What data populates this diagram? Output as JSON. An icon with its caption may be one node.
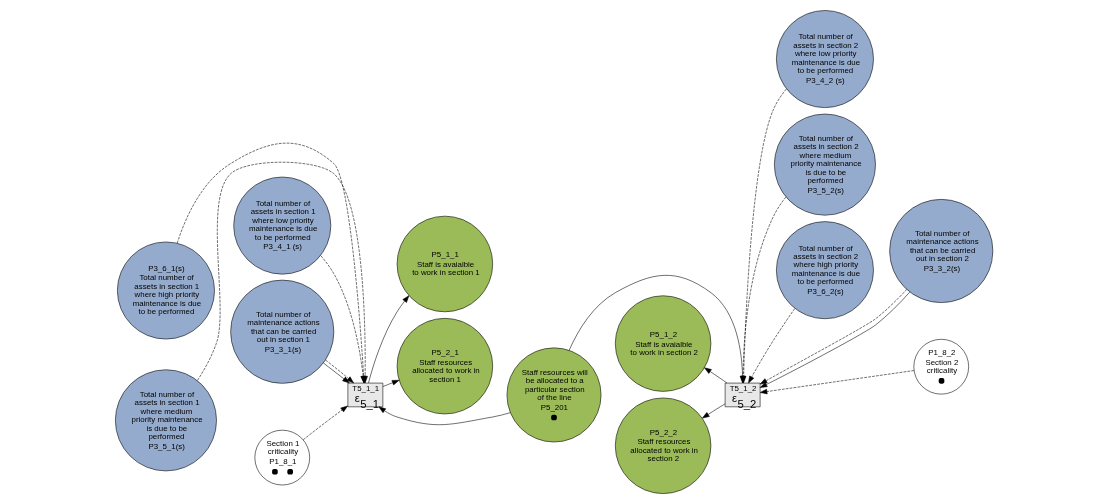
{
  "diagram": {
    "nodes": [
      {
        "text": [
          "P3_6_1(s)",
          "Total number of assets in section 1 where high priority maintenance is due to be performed"
        ]
      },
      {
        "text": [
          "Total number of assets in section 1 where medium priority maintenance is due to be performed",
          "P3_5_1(s)"
        ]
      },
      {
        "text": [
          "Total number of assets in section 1 where low priority maintenance is due to be performed",
          "P3_4_1 (s)"
        ]
      },
      {
        "text": [
          "Total number of maintenance actions that can be carried out in section 1",
          "P3_3_1(s)"
        ]
      },
      {
        "text": [
          "Section 1 criticality",
          "P1_8_1"
        ]
      },
      {
        "text": [
          "T5_1_1",
          "ε$_{5_1}$"
        ]
      },
      {
        "text": [
          "P5_1_1",
          "Staff is avaialble to work in section 1"
        ]
      },
      {
        "text": [
          "P5_2_1",
          "Staff resources allocated to work in section 1"
        ]
      },
      {
        "text": [
          "Staff resources will be allocated to a particular section of the line",
          "P5_201"
        ]
      },
      {
        "text": [
          "T5_1_2",
          "ε$_{5_2}$"
        ]
      },
      {
        "text": [
          "P5_1_2",
          "Staff is avaialble to work in section 2"
        ]
      },
      {
        "text": [
          "P5_2_2",
          "Staff resources allocated to work in section 2"
        ]
      },
      {
        "text": [
          "Total number of assets in section 2 where low priority maintenance is due to be performed",
          "P3_4_2 (s)"
        ]
      },
      {
        "text": [
          "Total number of assets in section 2 where medium priority maintenance is due to be performed",
          "P3_5_2(s)"
        ]
      },
      {
        "text": [
          "Total number of assets in section 2 where high priority maintenance is due to be performed",
          "P3_6_2(s)"
        ]
      },
      {
        "text": [
          "Total number of maintenance actions that can be carried out in section 2",
          "P3_3_2(s)"
        ]
      },
      {
        "text": [
          "P1_8_2",
          "Section 2 criticality"
        ]
      }
    ],
    "edges": [
      {
        "from": 0,
        "to": 5,
        "arrow": "to",
        "style": "dashed"
      },
      {
        "from": 1,
        "to": 5,
        "arrow": "to",
        "style": "dashed"
      },
      {
        "from": 2,
        "to": 5,
        "arrow": "to",
        "style": "dashed"
      },
      {
        "from": 3,
        "to": 5,
        "arrow": "to"
      },
      {
        "from": 3,
        "to": 5,
        "arrow": "to",
        "style": "dashed"
      },
      {
        "from": 4,
        "to": 5,
        "arrow": "to",
        "style": "dashed"
      },
      {
        "from": 5,
        "to": 6,
        "arrow": "to"
      },
      {
        "from": 5,
        "to": 7,
        "arrow": "to"
      },
      {
        "from": 8,
        "to": 5,
        "arrow": "to"
      },
      {
        "from": 8,
        "to": 9,
        "arrow": "to"
      },
      {
        "from": 9,
        "to": 10,
        "arrow": "to"
      },
      {
        "from": 9,
        "to": 11,
        "arrow": "to"
      },
      {
        "from": 12,
        "to": 9,
        "arrow": "to",
        "style": "dashed"
      },
      {
        "from": 13,
        "to": 9,
        "arrow": "to",
        "style": "dashed"
      },
      {
        "from": 14,
        "to": 9,
        "arrow": "to",
        "style": "dashed"
      },
      {
        "from": 15,
        "to": 9,
        "arrow": "to"
      },
      {
        "from": 15,
        "to": 9,
        "arrow": "to",
        "style": "dashed"
      },
      {
        "from": 16,
        "to": 9,
        "arrow": "to",
        "style": "dashed"
      }
    ]
  }
}
